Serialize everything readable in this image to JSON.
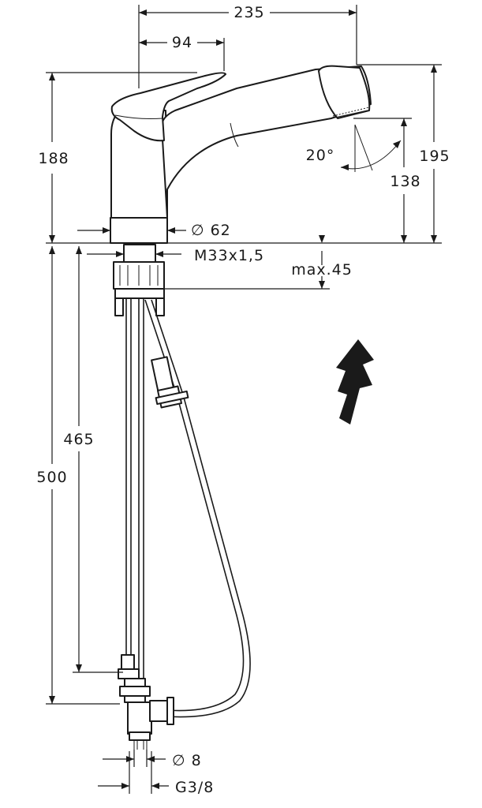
{
  "dimensions": {
    "overall_reach": "235",
    "handle_offset": "94",
    "body_height": "188",
    "overall_height": "195",
    "spout_height": "138",
    "swivel_angle": "20°",
    "body_diameter": "∅ 62",
    "thread": "M33x1,5",
    "deck_thickness": "max.45",
    "hose_length_inner": "465",
    "hose_length_outer": "500",
    "pipe_diameter": "∅ 8",
    "connection_thread": "G3/8"
  },
  "symbols": {
    "electrical_hazard": "lightning-bolt-icon"
  }
}
